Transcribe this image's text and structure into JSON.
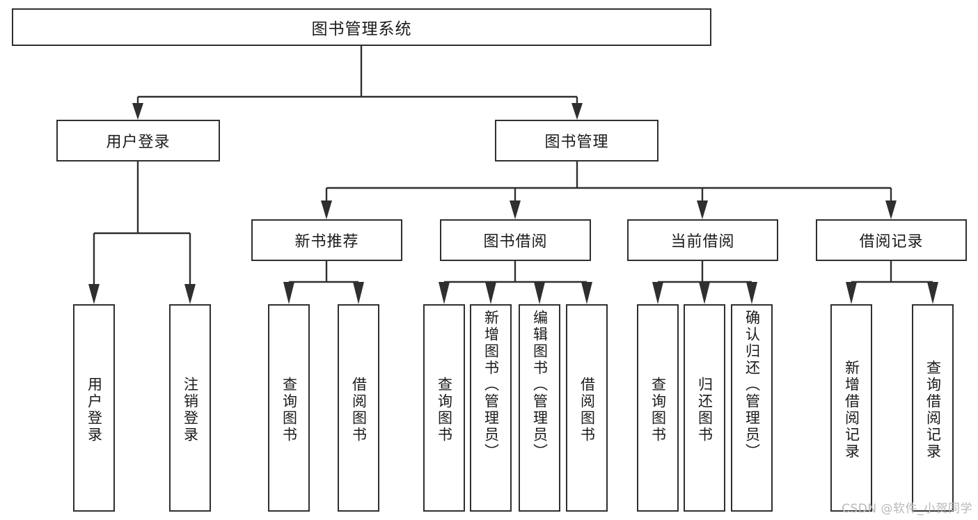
{
  "diagram": {
    "title": "图书管理系统",
    "type": "hierarchy-tree",
    "root": {
      "label": "图书管理系统",
      "level": 0
    },
    "level1": [
      {
        "label": "用户登录"
      },
      {
        "label": "图书管理"
      }
    ],
    "level2": [
      {
        "label": "新书推荐",
        "parent": "图书管理"
      },
      {
        "label": "图书借阅",
        "parent": "图书管理"
      },
      {
        "label": "当前借阅",
        "parent": "图书管理"
      },
      {
        "label": "借阅记录",
        "parent": "图书管理"
      }
    ],
    "leaves": {
      "user_login": [
        {
          "label": "用户登录"
        },
        {
          "label": "注销登录"
        }
      ],
      "new_book": [
        {
          "label": "查询图书"
        },
        {
          "label": "借阅图书"
        }
      ],
      "book_borrow": [
        {
          "label": "查询图书"
        },
        {
          "label": "新增图书（管理员）"
        },
        {
          "label": "编辑图书（管理员）"
        },
        {
          "label": "借阅图书"
        }
      ],
      "current_borrow": [
        {
          "label": "查询图书"
        },
        {
          "label": "归还图书"
        },
        {
          "label": "确认归还（管理员）"
        }
      ],
      "borrow_record": [
        {
          "label": "新增借阅记录"
        },
        {
          "label": "查询借阅记录"
        }
      ]
    }
  },
  "watermark": {
    "text": "CSDN @软件_小贺同学"
  },
  "colors": {
    "stroke": "#2f2f2f",
    "fill": "#ffffff",
    "text": "#1a1a1a",
    "watermark": "#b8b8b8"
  }
}
